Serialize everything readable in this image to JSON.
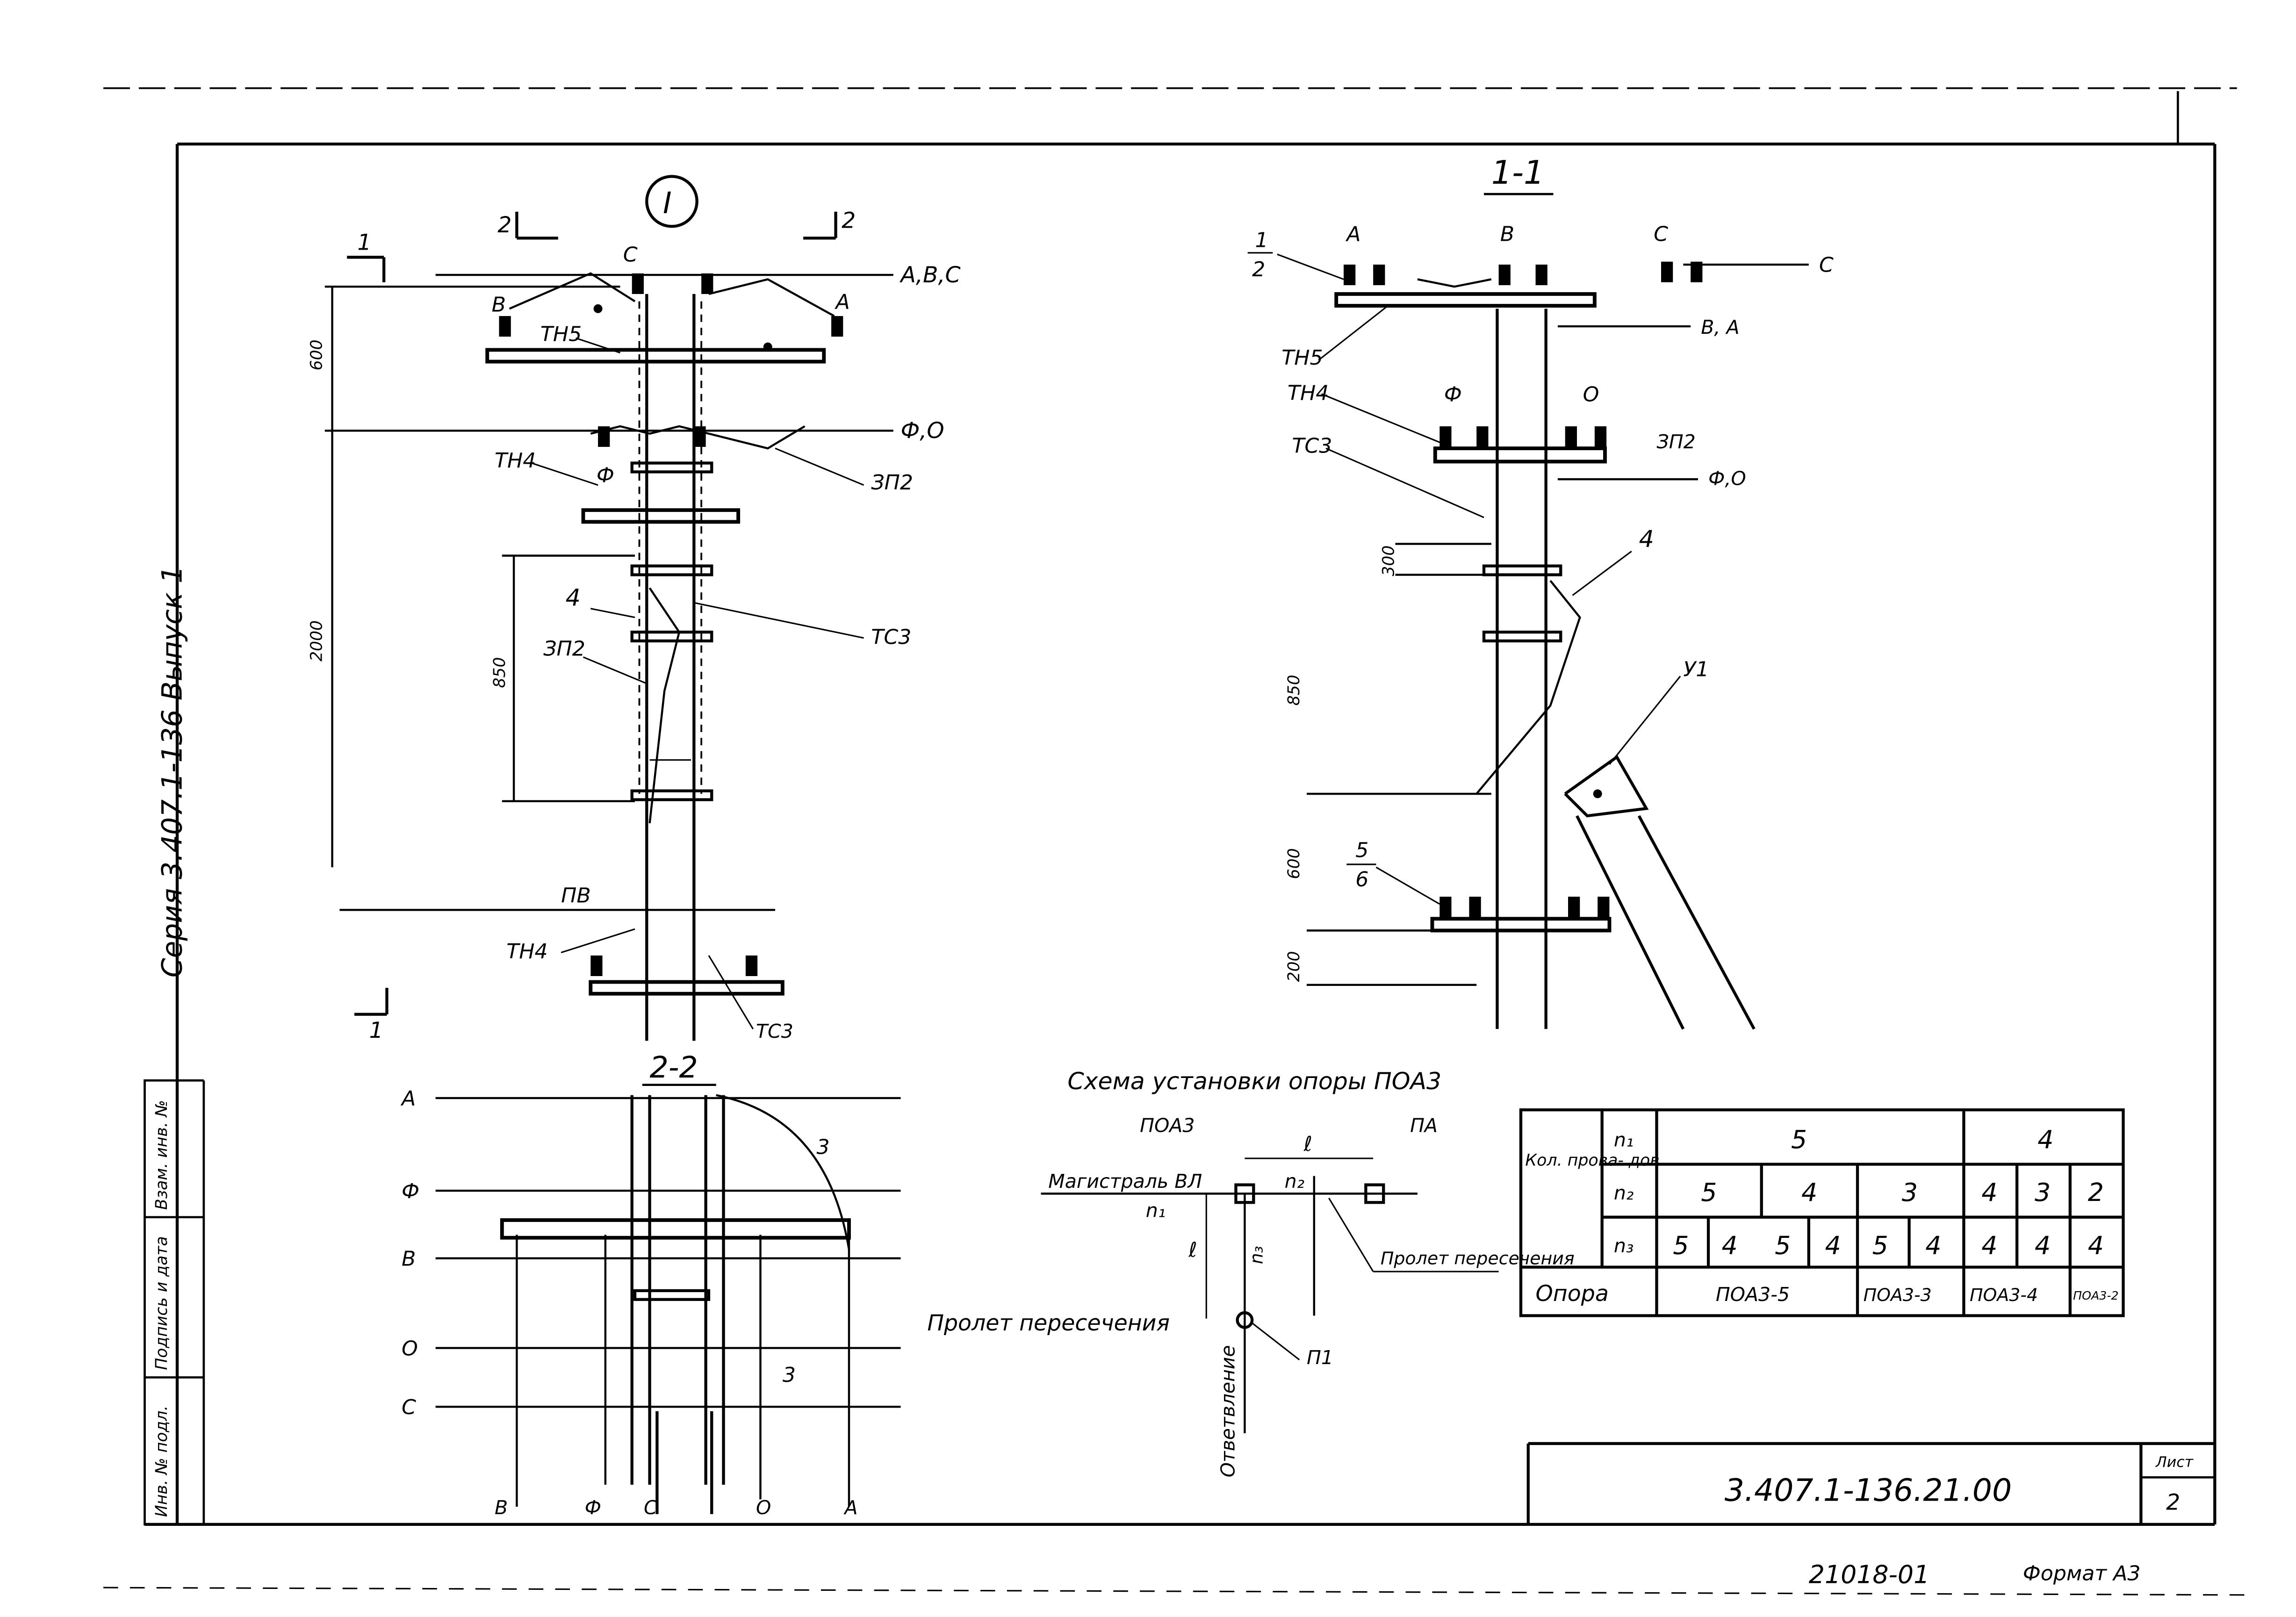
{
  "series_vertical": "Серия 3.407.1-136 Выпуск 1",
  "views": {
    "node_I": "I",
    "sec_1_1": "1-1",
    "sec_2_2": "2-2",
    "cut_1": "1",
    "cut_2": "2"
  },
  "left_view": {
    "wire_abc": "А,В,С",
    "wire_fo": "Ф,О",
    "phase_c": "С",
    "phase_b": "В",
    "phase_a": "А",
    "phase_f": "Ф",
    "th5": "ТН5",
    "th4_top": "ТН4",
    "th4_bottom": "ТН4",
    "zp2_top": "ЗП2",
    "zp2_mid": "ЗП2",
    "ts3": "ТС3",
    "pos4": "4",
    "pv": "ПВ",
    "ts3_bottom": "ТС3",
    "dim_600": "600",
    "dim_2000": "2000",
    "dim_850": "850"
  },
  "section_1_1": {
    "pos1": "1",
    "pos2": "2",
    "phase_a": "А",
    "phase_b": "В",
    "phase_c": "С",
    "wire_c": "С",
    "wire_ba": "В, А",
    "th5": "ТН5",
    "th4": "ТН4",
    "ts3": "ТС3",
    "phase_f": "Ф",
    "phase_o": "О",
    "zp2": "ЗП2",
    "wire_fo": "Ф,О",
    "pos4": "4",
    "u1": "У1",
    "pos5": "5",
    "pos6": "6",
    "dim_300": "300",
    "dim_850": "850",
    "dim_600": "600",
    "dim_200": "200"
  },
  "section_2_2": {
    "wires": [
      "А",
      "Ф",
      "В",
      "О",
      "С"
    ],
    "pos3a": "3",
    "pos3b": "3",
    "span_crossing": "Пролет пересечения",
    "bottom_letters": [
      "В",
      "Ф",
      "С",
      "О",
      "А"
    ]
  },
  "scheme": {
    "title": "Схема установки опоры ПОА3",
    "poa3": "ПОА3",
    "pa": "ПА",
    "l_top": "ℓ",
    "main_line": "Магистраль ВЛ",
    "n1": "n₁",
    "n2": "n₂",
    "n3": "n₃",
    "span": "Пролет пересечения",
    "l_left": "ℓ",
    "branch": "Ответвление",
    "p1": "П1"
  },
  "table": {
    "wires_label": "Кол. прова- дов",
    "row_labels": [
      "n₁",
      "n₂",
      "n₃"
    ],
    "n1_values": [
      "5",
      "4"
    ],
    "n2_values": [
      "5",
      "4",
      "3",
      "4",
      "3",
      "2"
    ],
    "n3_values": [
      "5",
      "4",
      "5",
      "4",
      "5",
      "4",
      "4",
      "4",
      "4"
    ],
    "support_label": "Опора",
    "supports": [
      "ПОА3-5",
      "ПОА3-3",
      "ПОА3-4",
      "ПОА3-2"
    ]
  },
  "title_block": {
    "code": "3.407.1-136.21.00",
    "sheet_label": "Лист",
    "sheet": "2",
    "inv_no": "Инв. № подл.",
    "sign_date": "Подпись и дата",
    "vzam": "Взам. инв. №"
  },
  "footer": {
    "number": "21018-01",
    "format": "Формат А3"
  }
}
